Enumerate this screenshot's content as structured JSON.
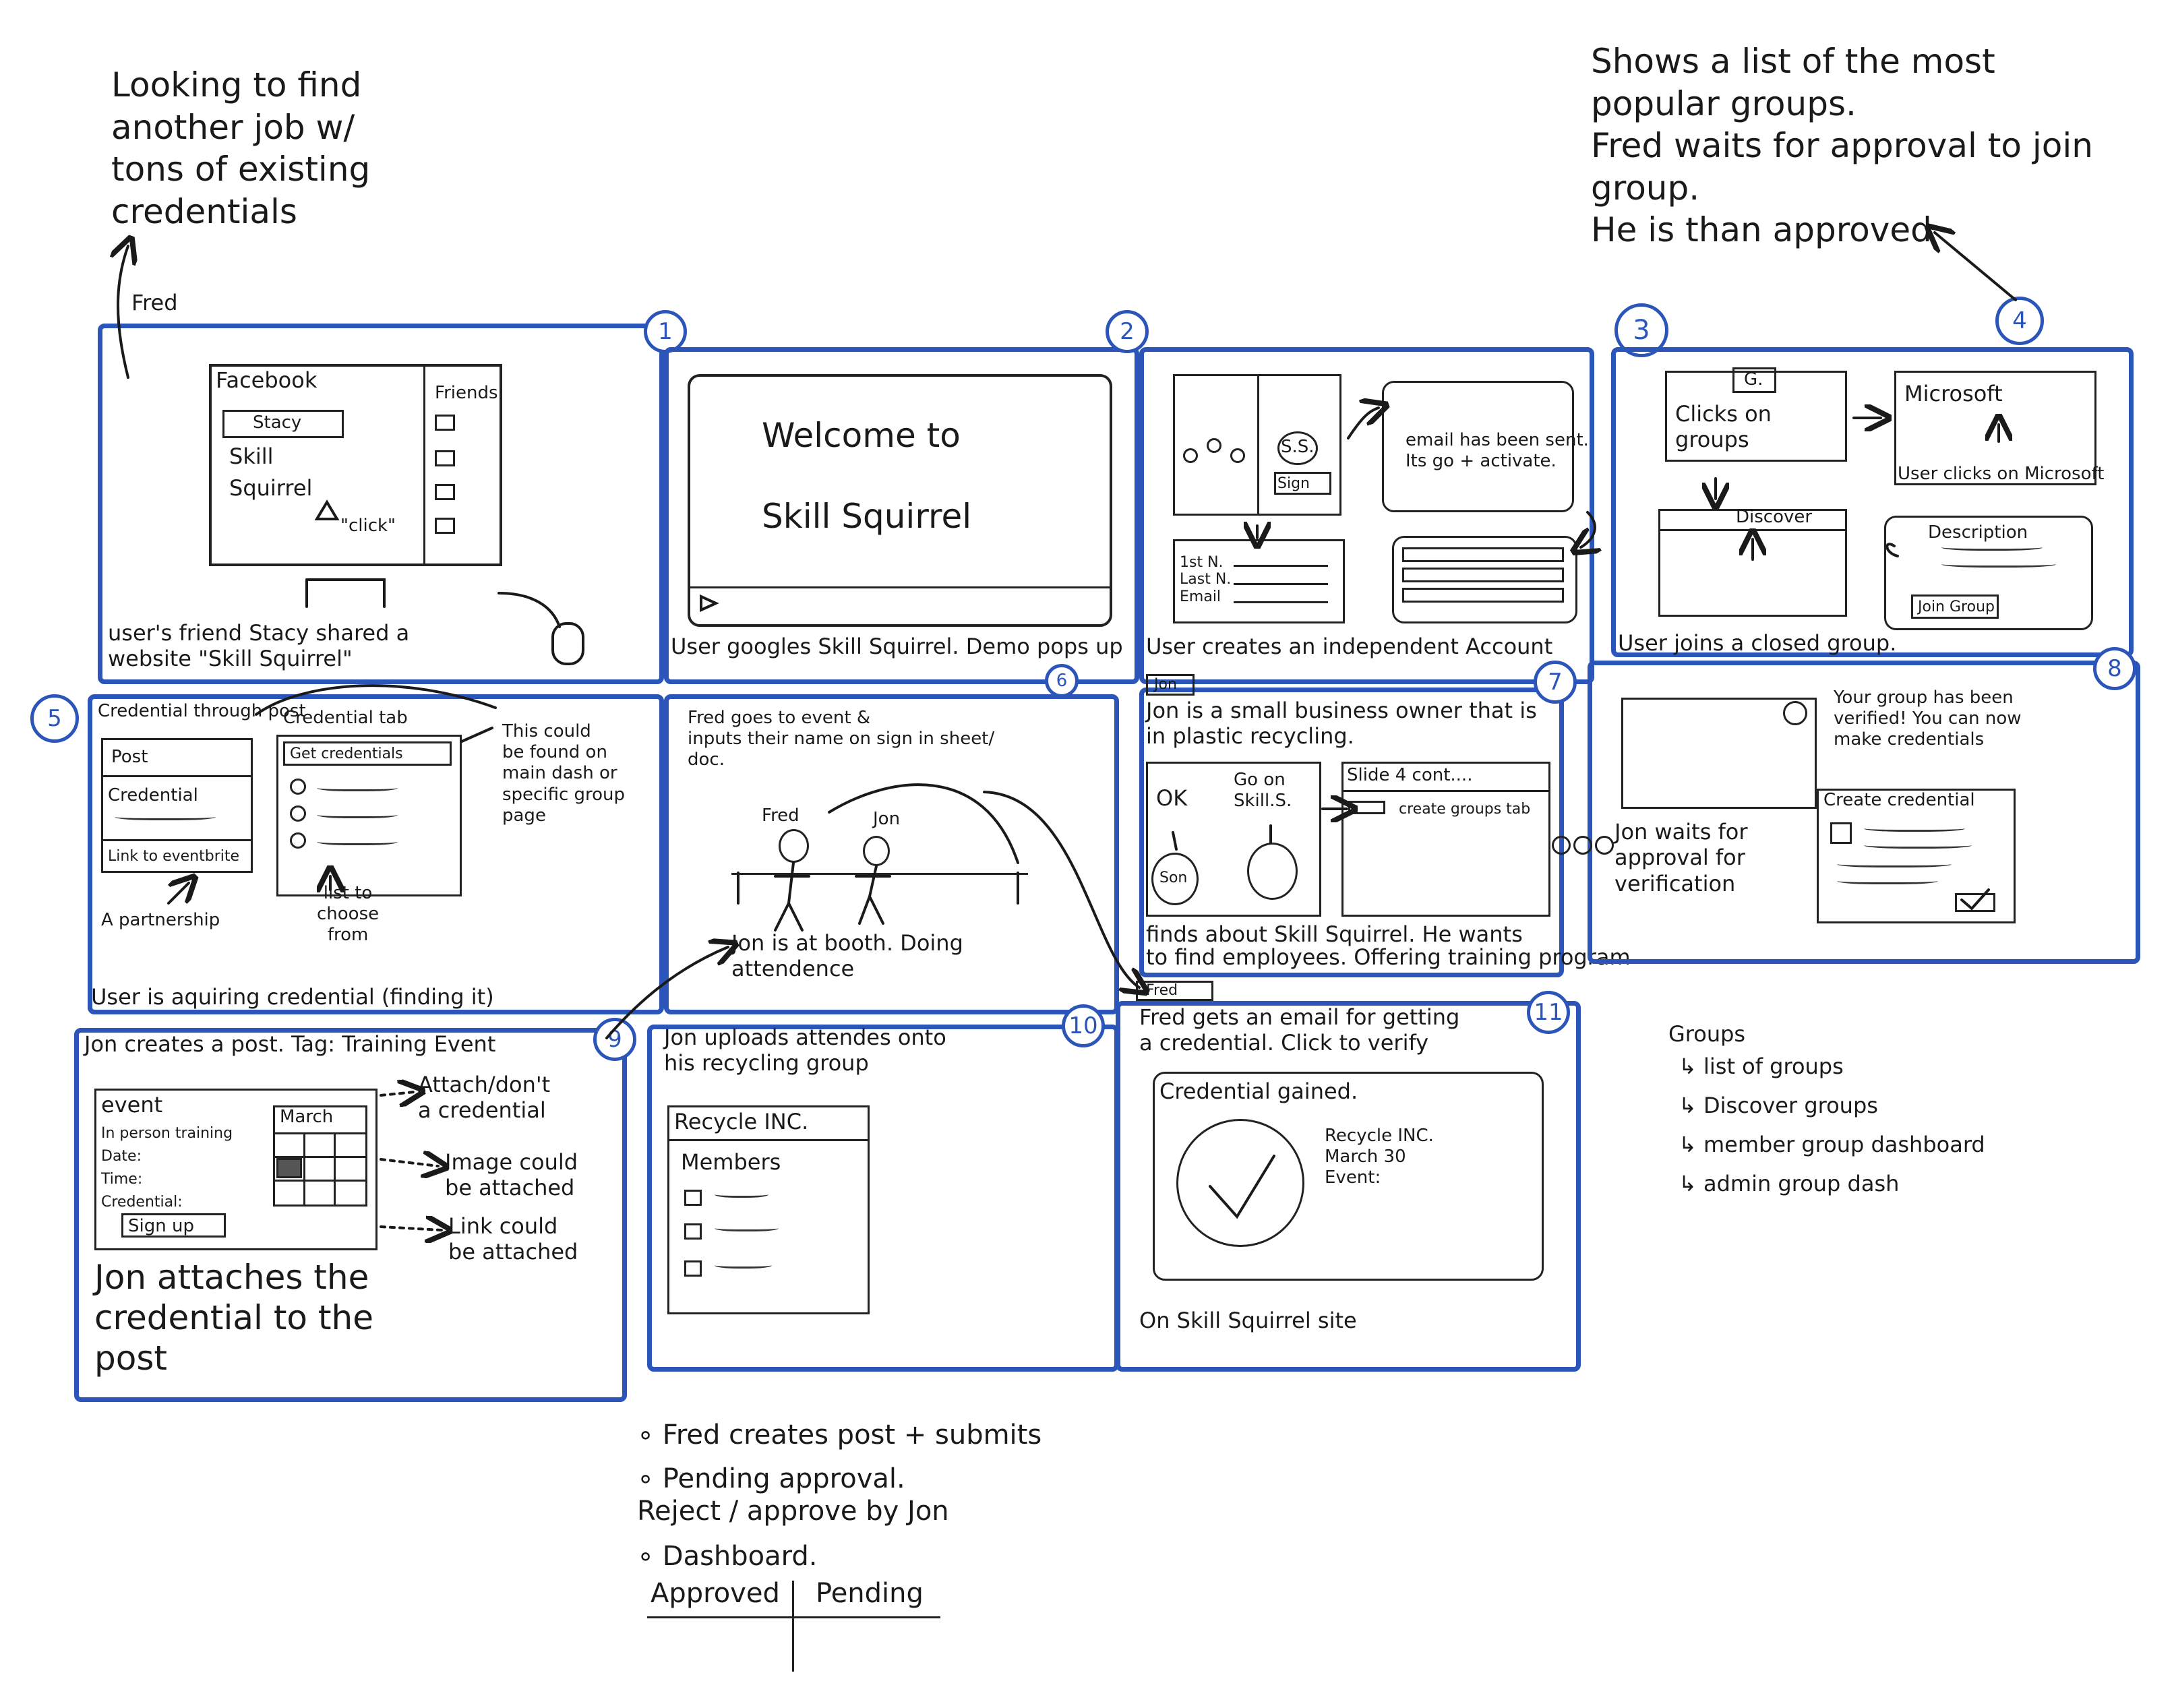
{
  "notes": {
    "top_left": "Looking to find\nanother job w/\ntons of existing\ncredentials",
    "fred_label": "Fred",
    "top_right": "Shows a list of the most\npopular groups.\nFred waits for approval to join\ngroup.\nHe is than approved"
  },
  "panels": {
    "p1": {
      "num": "1",
      "app_title": "Facebook",
      "friends_label": "Friends",
      "post_line1": "Stacy",
      "post_line2": "Skill",
      "post_line3": "Squirrel",
      "click": "\"click\"",
      "caption": "user's friend Stacy shared a\nwebsite \"Skill Squirrel\""
    },
    "p2": {
      "num": "2",
      "welcome1": "Welcome to",
      "welcome2": "Skill Squirrel",
      "caption": "User googles Skill Squirrel. Demo pops up"
    },
    "p3": {
      "num": "3",
      "ss": "S.S.",
      "sign": "Sign",
      "email_msg": "email has been sent.\nIts go + activate.",
      "form": "1st N.\nLast N.\nEmail",
      "caption": "User creates an independent Account"
    },
    "p4": {
      "num": "4",
      "g": "G.",
      "clicks": "Clicks on\ngroups",
      "discover": "Discover",
      "microsoft": "Microsoft",
      "user_clicks": "User clicks on Microsoft",
      "description": "Description",
      "join": "Join Group",
      "caption": "User joins a closed group."
    },
    "p5": {
      "num": "5",
      "head1": "Credential through post",
      "head2": "Credential tab",
      "post": "Post",
      "credential": "Credential",
      "link": "Link to eventbrite",
      "get": "Get credentials",
      "partnership": "A partnership",
      "list": "list to\nchoose\nfrom",
      "side": "This could\nbe found on\nmain dash or\nspecific group\npage",
      "caption": "User is aquiring credential (finding it)"
    },
    "p6": {
      "num": "6",
      "text": "Fred goes to event &\ninputs their name on sign in sheet/\ndoc.",
      "fred": "Fred",
      "jon": "Jon",
      "booth": "Jon is at booth. Doing\nattendence"
    },
    "p7": {
      "num": "7",
      "tag": "Jon",
      "text": "Jon is a small business owner that is\nin plastic recycling.",
      "ok": "OK",
      "goon": "Go on\nSkill.S.",
      "son": "Son",
      "slide": "Slide 4 cont....",
      "create_tab": "create groups tab",
      "caption": "finds about Skill Squirrel. He wants\nto find employees. Offering training program"
    },
    "p8": {
      "num": "8",
      "verified": "Your group has been\nverified! You can now\nmake credentials",
      "waits": "Jon waits for\napproval for\nverification",
      "create": "Create credential"
    },
    "p9": {
      "num": "9",
      "head": "Jon creates a post. Tag: Training Event",
      "event": "event",
      "fields": "In person training\nDate:\nTime:\nCredential:",
      "signup": "Sign up",
      "march": "March",
      "attach": "Attach/don't\na credential",
      "image": "Image could\nbe attached",
      "linkc": "Link could\nbe attached",
      "bottom": "Jon attaches the\ncredential to the\npost"
    },
    "p10": {
      "num": "10",
      "head": "Jon uploads attendes onto\nhis recycling group",
      "recycle": "Recycle INC.",
      "members": "Members"
    },
    "p11": {
      "num": "11",
      "tag": "Fred",
      "head": "Fred gets an email for getting\na credential. Click to verify",
      "gained": "Credential gained.",
      "info": "Recycle INC.\nMarch 30\nEvent:",
      "caption": "On Skill Squirrel site"
    }
  },
  "groups_note": {
    "title": "Groups",
    "items": [
      "list of groups",
      "Discover groups",
      "member group dashboard",
      "admin group dash"
    ]
  },
  "bottom_note": {
    "items": [
      "Fred creates post + submits",
      "Pending approval.\nReject / approve by Jon",
      "Dashboard."
    ],
    "col1": "Approved",
    "col2": "Pending"
  }
}
